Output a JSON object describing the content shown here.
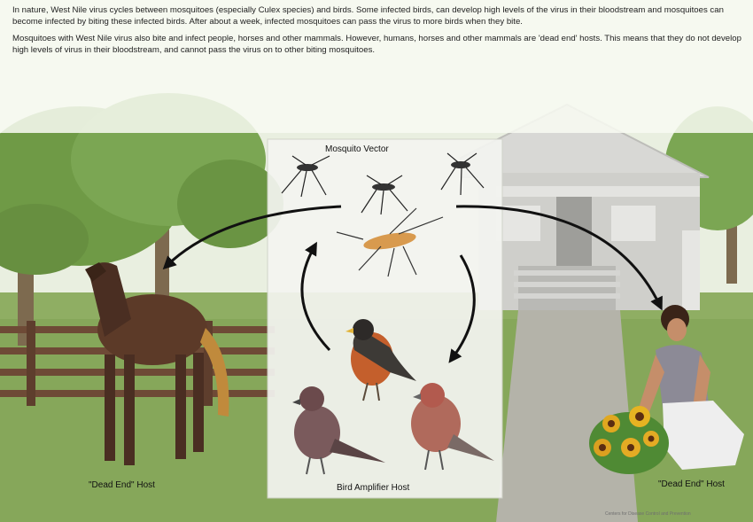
{
  "intro": {
    "paragraph_1": "In nature, West Nile virus cycles between mosquitoes (especially Culex species) and birds. Some infected birds, can develop high levels of the virus in their bloodstream and mosquitoes can become infected by biting these infected birds. After about a week, infected mosquitoes can pass the virus to more birds when they bite.",
    "paragraph_2": "Mosquitoes with West Nile virus also bite and infect people, horses and other mammals. However, humans, horses and other mammals are 'dead end' hosts. This means that they do not develop high levels of virus in their bloodstream, and cannot pass the virus on to other biting mosquitoes."
  },
  "labels": {
    "mosquito_vector": "Mosquito Vector",
    "bird_amplifier": "Bird Amplifier Host",
    "horse_host": "\"Dead End\" Host",
    "human_host": "\"Dead End\" Host"
  },
  "credit": "Centers for Disease Control and Prevention",
  "colors": {
    "sky": "#e9efe0",
    "tree": "#6f9a46",
    "grass": "#8fae63",
    "panel": "#f4f5f1",
    "arrow": "#111111",
    "house": "#c9c9c6"
  }
}
